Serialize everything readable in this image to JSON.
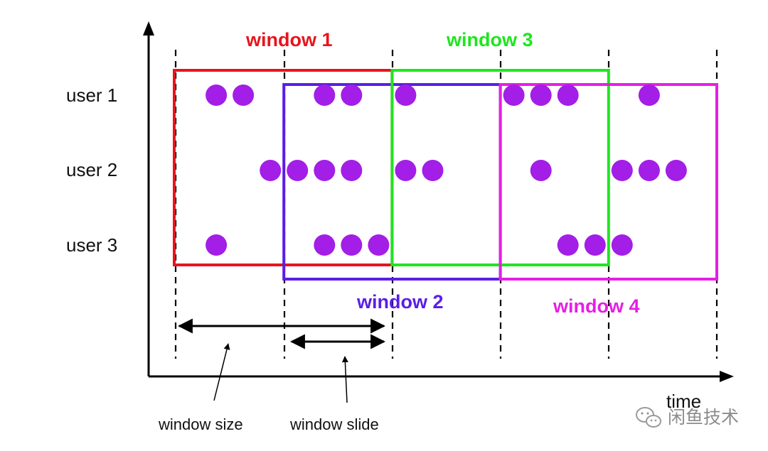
{
  "users": [
    {
      "label": "user 1",
      "events": [
        1,
        2,
        5,
        6,
        8,
        12,
        13,
        14,
        17
      ]
    },
    {
      "label": "user 2",
      "events": [
        3,
        4,
        5,
        6,
        8,
        9,
        13,
        16,
        17,
        18
      ]
    },
    {
      "label": "user 3",
      "events": [
        1,
        5,
        6,
        7,
        14,
        15,
        16
      ]
    }
  ],
  "windows": [
    {
      "label": "window 1",
      "start": 0,
      "end": 2,
      "color": "#e8141c"
    },
    {
      "label": "window 2",
      "start": 1,
      "end": 3,
      "color": "#5a1ee6"
    },
    {
      "label": "window 3",
      "start": 2,
      "end": 4,
      "color": "#1ee61e"
    },
    {
      "label": "window 4",
      "start": 3,
      "end": 5,
      "color": "#e61ee6"
    }
  ],
  "event_color": "#a31ee6",
  "annotations": {
    "window_size": "window size",
    "window_slide": "window slide"
  },
  "axis": {
    "x_label": "time"
  },
  "watermark": {
    "text": "闲鱼技术",
    "icon": "wechat-icon"
  }
}
